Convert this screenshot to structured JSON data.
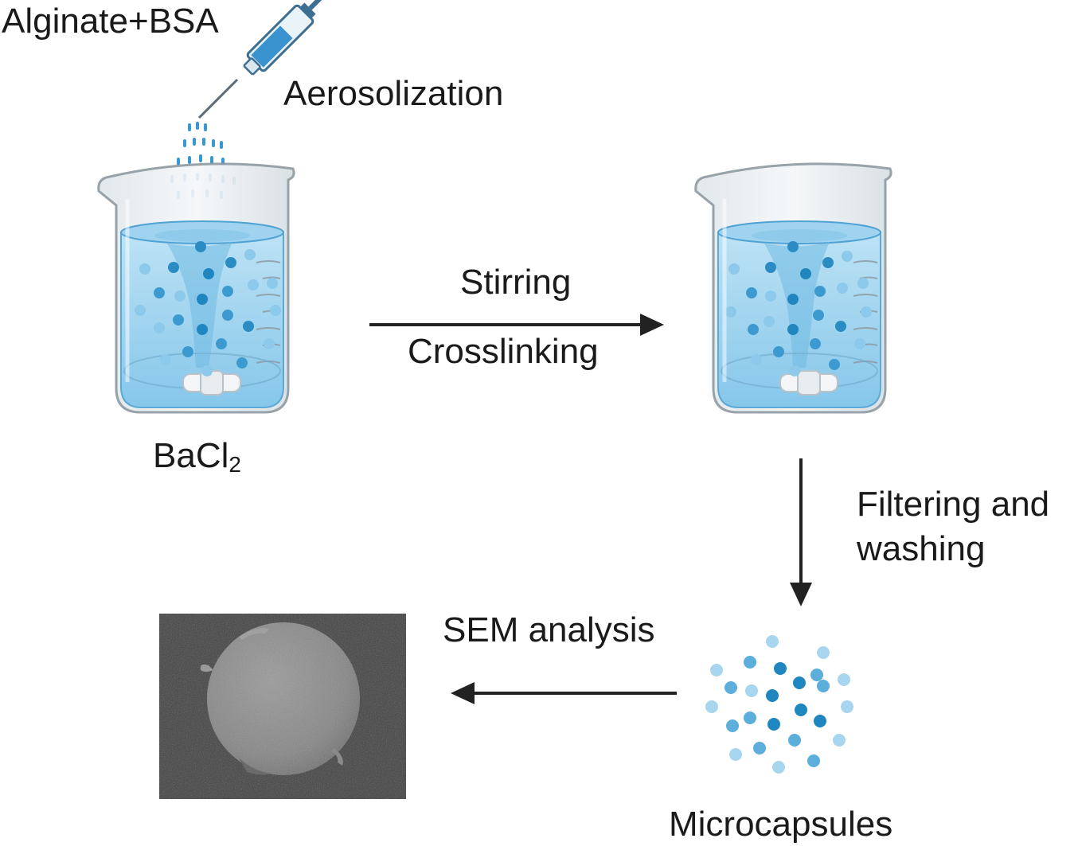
{
  "labels": {
    "syringe_contents": "Alginate+BSA",
    "aerosolization": "Aerosolization",
    "bath_formula": "BaCl",
    "bath_formula_subscript": "2",
    "step_stirring": "Stirring",
    "step_crosslinking": "Crosslinking",
    "step_filtering": "Filtering and",
    "step_washing": "washing",
    "step_sem": "SEM analysis",
    "product": "Microcapsules"
  },
  "colors": {
    "liquid": "#a9d8f0",
    "liquid_surface": "#7cc2e6",
    "bead_dark": "#1f86bf",
    "bead_light": "#8cc9ea",
    "glass_outline": "#8d98a0",
    "arrow": "#222222",
    "sem_background": "#3f3f3f",
    "sem_particle": "#8c8c8c"
  },
  "icons": {
    "syringe": "syringe-icon",
    "beaker": "beaker-icon",
    "stir_bar": "stir-bar-icon",
    "sem_image": "sem-micrograph"
  }
}
